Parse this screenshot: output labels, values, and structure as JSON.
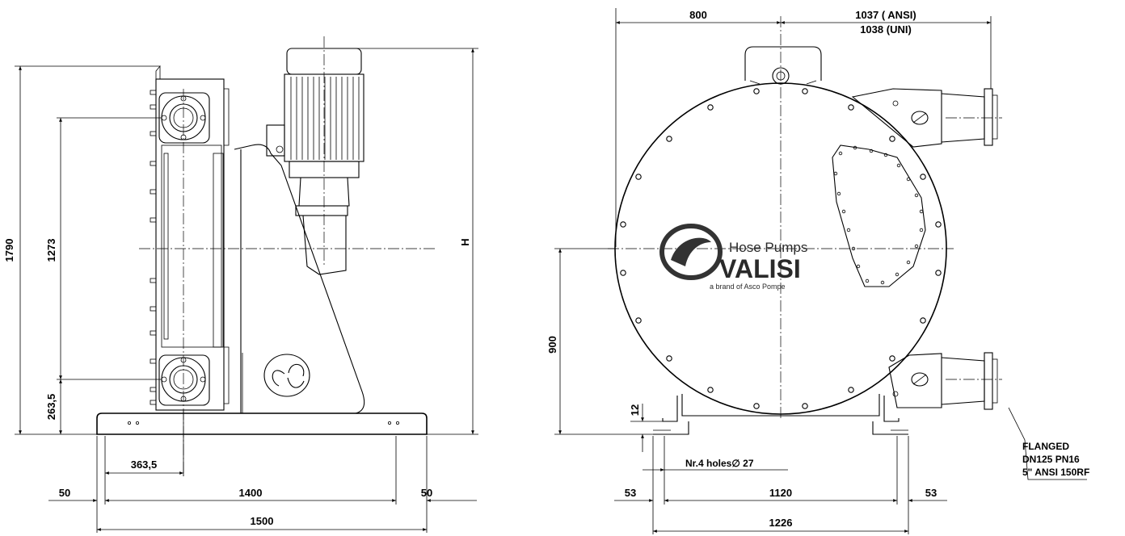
{
  "side_view": {
    "dim_total_height": "1790",
    "dim_port_spacing": "1273",
    "dim_lower_port": "263,5",
    "dim_motor_height": "H",
    "dim_port_offset": "363,5",
    "dim_left_margin": "50",
    "dim_bolt_spacing": "1400",
    "dim_right_margin": "50",
    "dim_base_length": "1500"
  },
  "front_view": {
    "dim_left_width": "800",
    "dim_right_width_ansi": "1037 ( ANSI)",
    "dim_right_width_uni": "1038 (UNI)",
    "dim_center_height": "900",
    "dim_foot_thickness": "12",
    "holes_note": "Nr.4 holes∅ 27",
    "dim_left_margin": "53",
    "dim_hole_spacing": "1120",
    "dim_right_margin": "53",
    "dim_base_width": "1226",
    "flange_note": [
      "FLANGED",
      "DN125 PN16",
      "5\" ANSI 150RF"
    ]
  },
  "logo": {
    "line1": "Hose Pumps",
    "brand": "VALISI",
    "tagline": "a brand of Asco Pompe"
  }
}
